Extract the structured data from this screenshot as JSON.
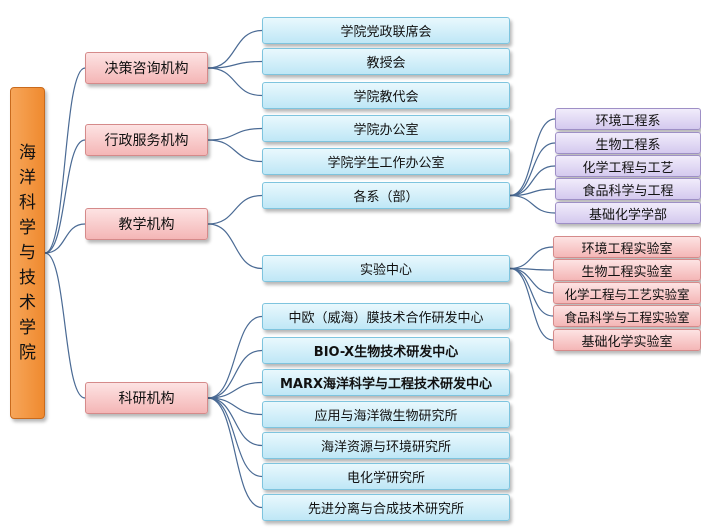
{
  "root": {
    "label": "海洋科学与技术学院"
  },
  "branches": [
    {
      "label": "决策咨询机构",
      "children": [
        "学院党政联席会",
        "教授会",
        "学院教代会"
      ]
    },
    {
      "label": "行政服务机构",
      "children": [
        "学院办公室",
        "学院学生工作办公室"
      ]
    },
    {
      "label": "教学机构",
      "children": [
        "各系（部）",
        "实验中心"
      ]
    },
    {
      "label": "科研机构",
      "children": [
        "中欧（威海）膜技术合作研发中心",
        "BIO-X生物技术研发中心",
        "MARX海洋科学与工程技术研发中心",
        "应用与海洋微生物研究所",
        "海洋资源与环境研究所",
        "电化学研究所",
        "先进分离与合成技术研究所"
      ]
    }
  ],
  "departments": [
    "环境工程系",
    "生物工程系",
    "化学工程与工艺",
    "食品科学与工程",
    "基础化学学部"
  ],
  "labs": [
    "环境工程实验室",
    "生物工程实验室",
    "化学工程与工艺实验室",
    "食品科学与工程实验室",
    "基础化学实验室"
  ],
  "colors": {
    "root_fill": "#f39a45",
    "level1_fill": "#f8c9c9",
    "level2_fill": "#d3effa",
    "department_fill": "#ddd4f2",
    "lab_fill": "#f8c9c9",
    "connector": "#4a6a94"
  }
}
